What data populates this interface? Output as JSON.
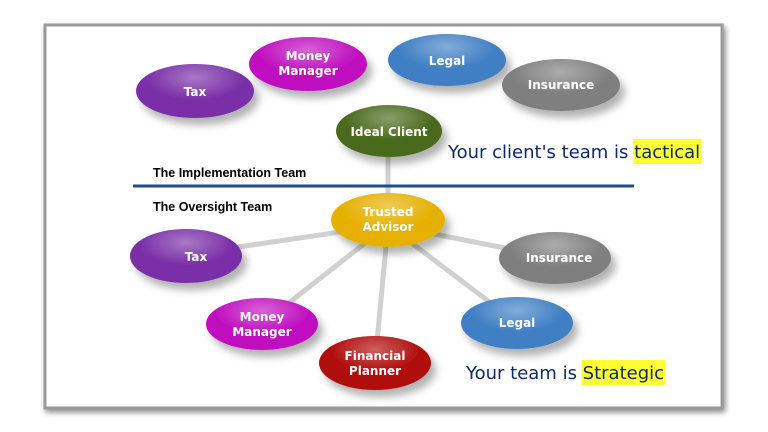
{
  "implementation": {
    "heading": "The Implementation Team",
    "client": "Ideal Client",
    "nodes": [
      "Tax",
      "Money Manager",
      "Legal",
      "Insurance"
    ],
    "caption_prefix": "Your client's team is ",
    "caption_highlight": "tactical"
  },
  "oversight": {
    "heading": "The Oversight Team",
    "center": "Trusted Advisor",
    "nodes": [
      "Tax",
      "Money Manager",
      "Financial Planner",
      "Legal",
      "Insurance"
    ],
    "caption_prefix": "Your team is ",
    "caption_highlight": "Strategic"
  },
  "colors": {
    "tax": "#7a2fa8",
    "money_manager": "#c010c0",
    "legal": "#3f7fc4",
    "insurance": "#7f7f7f",
    "ideal_client": "#4a6a1c",
    "trusted_advisor": "#e5b000",
    "financial_planner": "#b00a0a",
    "divider": "#1f4e8c",
    "highlight": "#ffff33",
    "caption": "#0d2a6a"
  }
}
